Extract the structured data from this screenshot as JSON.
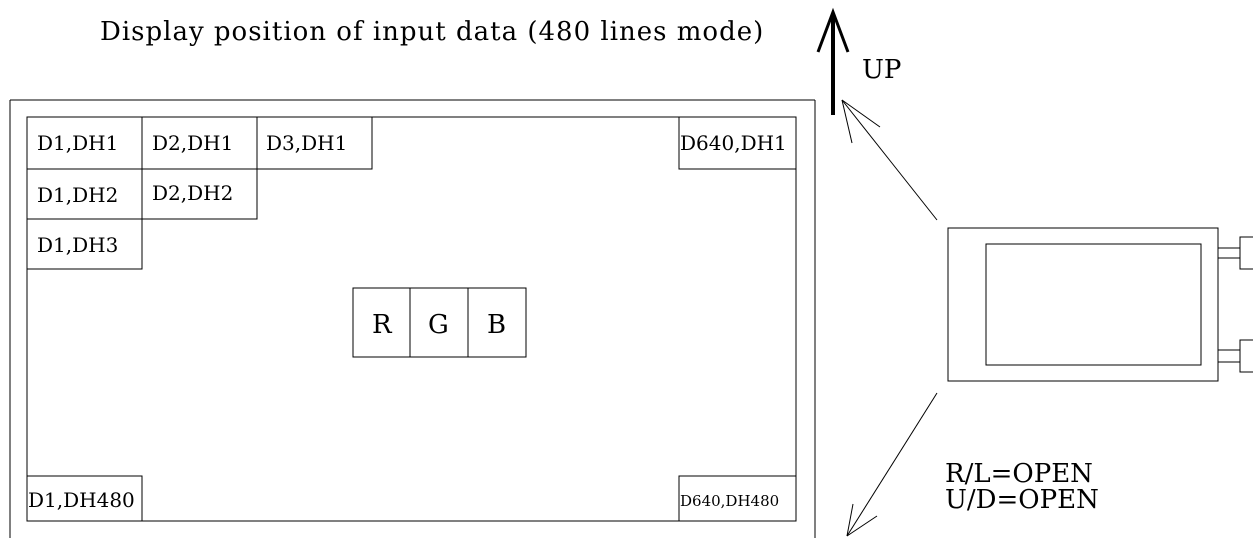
{
  "title": "Display position of input data (480 lines mode)",
  "up_label": "UP",
  "cells": {
    "d1_dh1": "D1,DH1",
    "d2_dh1": "D2,DH1",
    "d3_dh1": "D3,DH1",
    "d640_dh1": "D640,DH1",
    "d1_dh2": "D1,DH2",
    "d2_dh2": "D2,DH2",
    "d1_dh3": "D1,DH3",
    "d1_dh480": "D1,DH480",
    "d640_dh480": "D640,DH480"
  },
  "rgb": {
    "r": "R",
    "g": "G",
    "b": "B"
  },
  "settings": {
    "rl": "R/L=OPEN",
    "ud": "U/D=OPEN"
  }
}
